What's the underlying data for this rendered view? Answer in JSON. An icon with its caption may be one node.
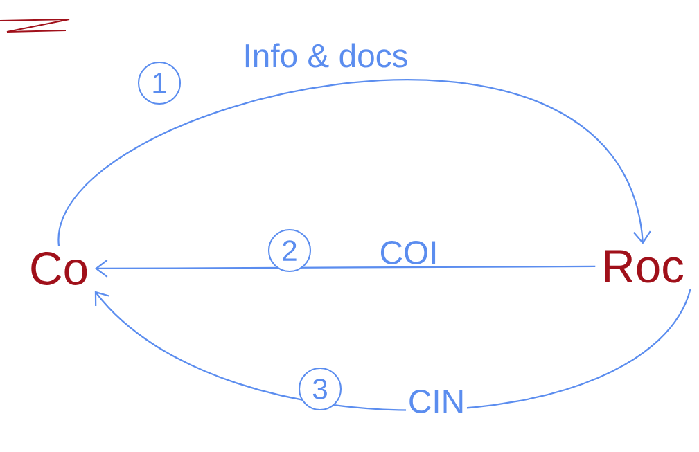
{
  "diagram": {
    "nodes": [
      {
        "text": [
          "Co"
        ]
      },
      {
        "text": [
          "Roc"
        ]
      }
    ],
    "edges": [
      {
        "from": 0,
        "to": 1,
        "arrow": "to",
        "label": "Info & docs"
      },
      {
        "from": 1,
        "to": 0,
        "arrow": "to",
        "label": "COI"
      },
      {
        "from": 1,
        "to": 0,
        "arrow": "to",
        "label": "CIN"
      }
    ],
    "labels": [
      "1",
      "2",
      "3"
    ]
  }
}
